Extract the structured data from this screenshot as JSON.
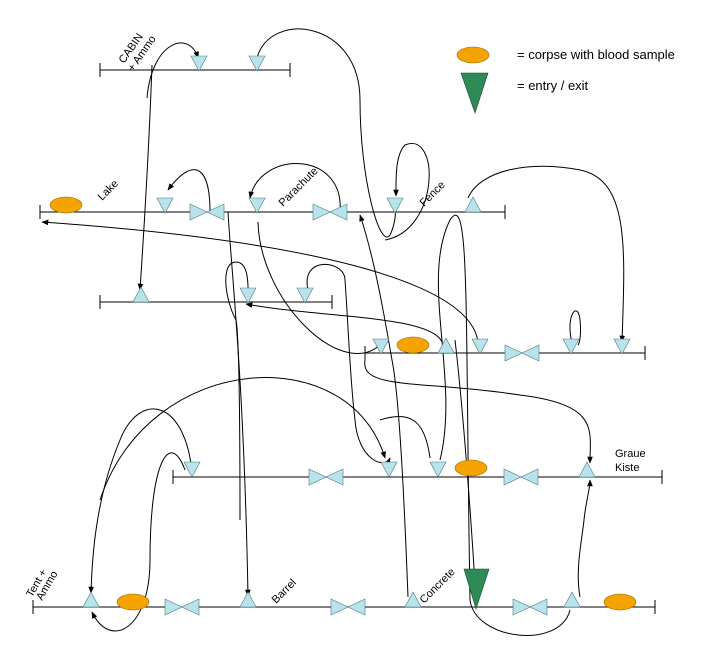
{
  "legend": {
    "corpse_label": "= corpse with blood sample",
    "entry_label": "= entry /  exit"
  },
  "labels": {
    "cabin": "CABIN",
    "cabin_sub": "+ Ammo",
    "lake": "Lake",
    "parachute": "Parachute",
    "fence": "Fence",
    "graue": "Graue",
    "kiste": "Kiste",
    "tent": "Tent +",
    "tent_sub": "Ammo",
    "barrel": "Barrel",
    "concrete": "Concrete"
  },
  "colors": {
    "corpse": "#f5a300",
    "entry": "#2e8b57",
    "valve": "#b9e3ea",
    "line": "#000000"
  }
}
